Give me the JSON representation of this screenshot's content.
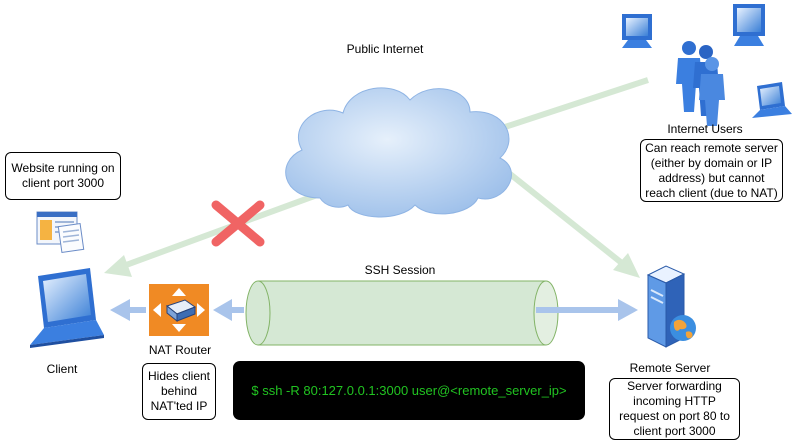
{
  "labels": {
    "public_internet": "Public Internet",
    "internet_users": "Internet Users",
    "ssh_session": "SSH Session",
    "client": "Client",
    "nat_router": "NAT Router",
    "remote_server": "Remote Server"
  },
  "notes": {
    "website": "Website running on client port 3000",
    "internet_users": "Can reach remote server (either by domain or IP address) but cannot reach client (due to NAT)",
    "nat": "Hides client behind NAT'ted IP",
    "server": "Server forwarding incoming HTTP request on port 80 to client port 3000"
  },
  "command": "$ ssh -R 80:127.0.0.1:3000 user@<remote_server_ip>",
  "colors": {
    "green_arrow": "#d5e8d4",
    "blue_arrow": "#a9c4eb",
    "tunnel_fill": "#d5e8d4",
    "tunnel_stroke": "#82b366",
    "cloud": "#a8c8f0",
    "router": "#f08a24",
    "x_mark": "#f06464",
    "command_text": "#21c321"
  },
  "icons": {
    "cloud": "cloud-icon",
    "users": "users-icon",
    "client": "laptop-icon",
    "router": "router-icon",
    "server": "server-icon",
    "website": "browser-window-icon",
    "blocked": "x-mark-icon"
  }
}
